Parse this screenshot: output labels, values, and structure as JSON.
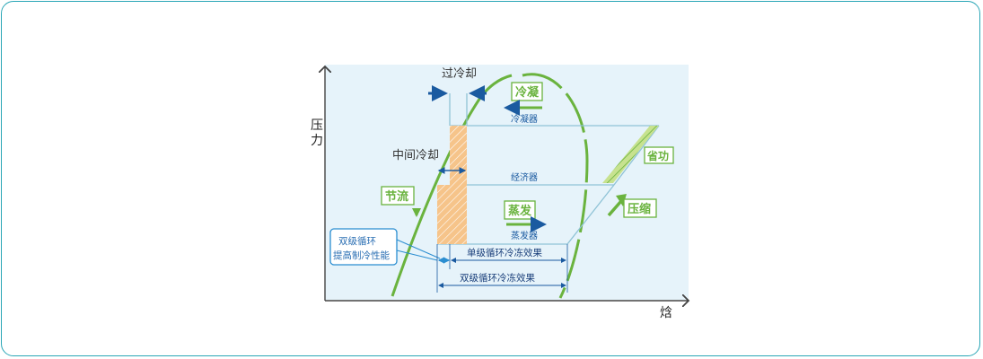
{
  "diagram": {
    "y_axis_label": [
      "压",
      "力"
    ],
    "x_axis_label": "焓",
    "subcooling": "过冷却",
    "intermediate_cooling": "中间冷却",
    "condensing": "冷凝",
    "condenser": "冷凝器",
    "economizer": "经济器",
    "throttling": "节流",
    "evaporating": "蒸发",
    "evaporator": "蒸发器",
    "compression": "压缩",
    "power_saving": "省功",
    "two_stage_note": [
      "双级循环",
      "提高制冷性能"
    ],
    "single_stage_effect": "单级循环冷冻效果",
    "two_stage_effect": "双级循环冷冻效果"
  },
  "colors": {
    "frame_border": "#2aa6b6",
    "plot_background": "#e6f3fa",
    "dome_green": "#6ab33e",
    "cycle_line": "#8fc3d6",
    "dimension_blue": "#1a5aa0",
    "hatch_orange": "#f6c48a",
    "note_blue": "#2b8ed1"
  }
}
